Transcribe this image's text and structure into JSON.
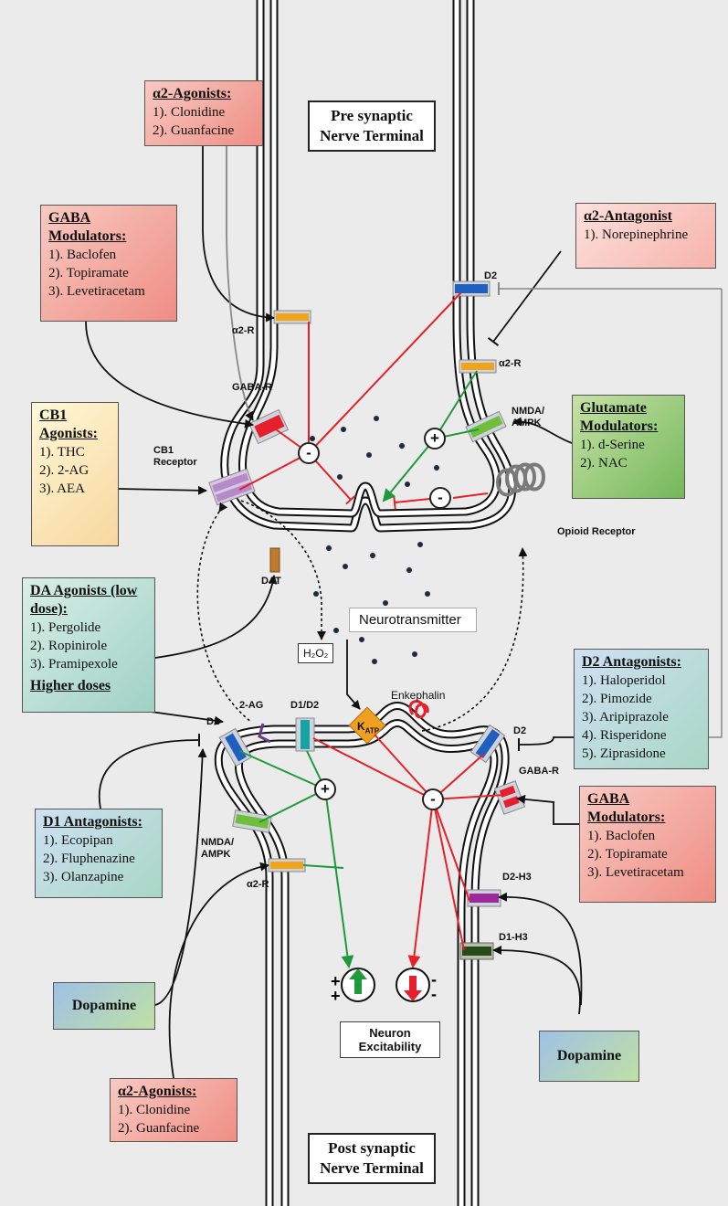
{
  "terminals": {
    "pre": "Pre synaptic\nNerve Terminal",
    "post": "Post synaptic\nNerve Terminal"
  },
  "boxes": {
    "a2_agonists_top": {
      "title": "α2-Agonists:",
      "items": [
        "1). Clonidine",
        "2). Guanfacine"
      ]
    },
    "gaba_top": {
      "title": "GABA Modulators:",
      "items": [
        "1). Baclofen",
        "2). Topiramate",
        "3). Levetiracetam"
      ]
    },
    "a2_antagonist": {
      "title": "α2-Antagonist",
      "items": [
        "1). Norepinephrine"
      ]
    },
    "cb1": {
      "title": "CB1 Agonists:",
      "items": [
        "1). THC",
        "2). 2-AG",
        "3). AEA"
      ]
    },
    "glutamate": {
      "title": "Glutamate Modulators:",
      "items": [
        "1). d-Serine",
        "2). NAC"
      ]
    },
    "da_agonists": {
      "title": "DA Agonists (low dose):",
      "items": [
        "1). Pergolide",
        "2). Ropinirole",
        "3). Pramipexole"
      ],
      "higher": "Higher doses"
    },
    "d2_antagonists": {
      "title": "D2 Antagonists:",
      "items": [
        "1). Haloperidol",
        "2). Pimozide",
        "3). Aripiprazole",
        "4). Risperidone",
        "5). Ziprasidone"
      ]
    },
    "d1_antagonists": {
      "title": "D1 Antagonists:",
      "items": [
        "1). Ecopipan",
        "2). Fluphenazine",
        "3). Olanzapine"
      ]
    },
    "gaba_bottom": {
      "title": "GABA Modulators:",
      "items": [
        "1). Baclofen",
        "2). Topiramate",
        "3). Levetiracetam"
      ]
    },
    "dopamine_left": "Dopamine",
    "dopamine_right": "Dopamine",
    "a2_agonists_bottom": {
      "title": "α2-Agonists:",
      "items": [
        "1). Clonidine",
        "2). Guanfacine"
      ]
    }
  },
  "labels": {
    "a2r_top": "α2-R",
    "gabar_top": "GABA-R",
    "cb1_receptor": "CB1\nReceptor",
    "d2_top": "D2",
    "a2r_top_right": "α2-R",
    "nmda_top": "NMDA/\nAMPK",
    "opioid": "Opioid Receptor",
    "dat": "DAT",
    "neurotransmitter": "Neurotransmitter",
    "h2o2": "H₂O₂",
    "enkephalin": "Enkephalin",
    "katp": "K",
    "katp_sub": "ATP",
    "two_ag": "2-AG",
    "d1": "D1",
    "d1d2": "D1/D2",
    "d2_bottom": "D2",
    "gabar_bottom": "GABA-R",
    "nmda_bottom": "NMDA/\nAMPK",
    "d2h3": "D2-H3",
    "d1h3": "D1-H3",
    "a2r_bottom": "α2-R",
    "neuron_excitability": "Neuron\nExcitability"
  },
  "symbols": {
    "minus": "-",
    "plus": "+"
  },
  "colors": {
    "inhibit": "#e8202a",
    "excite": "#1f9a3a",
    "membrane": "#111111",
    "vesicle": "#1d2a44",
    "katp": "#f0a020"
  }
}
